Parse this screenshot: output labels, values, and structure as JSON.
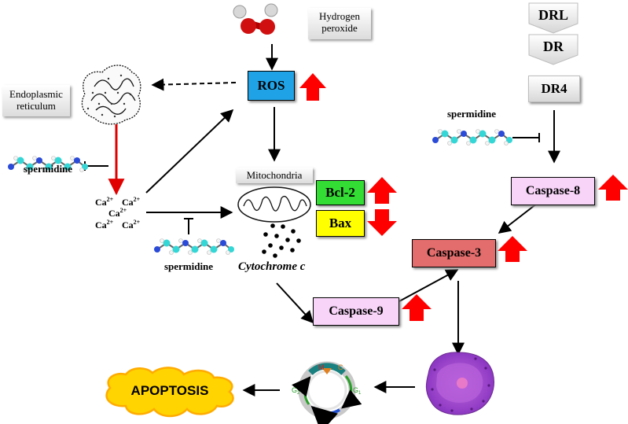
{
  "labels": {
    "hydrogen_peroxide_line1": "Hydrogen",
    "hydrogen_peroxide_line2": "peroxide",
    "ros": "ROS",
    "endoplasmic_line1": "Endoplasmic",
    "endoplasmic_line2": "reticulum",
    "spermidine": "spermidine",
    "ca_ion": "Ca",
    "ca_charge": "2+",
    "mitochondria": "Mitochondria",
    "bcl2": "Bcl-2",
    "bax": "Bax",
    "cytochrome_italic": "Cytochrome",
    "cytochrome_c": "c",
    "drl": "DRL",
    "dr": "DR",
    "dr4": "DR4",
    "caspase8": "Caspase-8",
    "caspase3": "Caspase-3",
    "caspase9": "Caspase-9",
    "apoptosis": "APOPTOSIS",
    "cycle_m": "M",
    "cycle_c": "C",
    "cycle_g1": "G",
    "cycle_g1_sub": "1",
    "cycle_g2": "G",
    "cycle_g2_sub": "2"
  },
  "colors": {
    "ros_fill": "#1fa3e6",
    "bcl2_fill": "#33dd33",
    "bax_fill": "#ffff00",
    "caspase_light_fill": "#f8d4f8",
    "caspase3_fill": "#e36c6c",
    "red_arrow": "#ff0000",
    "apoptosis_fill": "#ffd400",
    "apoptosis_edge": "#ffb000",
    "cell_fill": "#a34fd1",
    "cell_nucleus": "#e879c8"
  },
  "icons": {
    "molecule": "hydrogen-peroxide-molecule-icon",
    "er": "endoplasmic-reticulum-icon",
    "mito": "mitochondria-icon",
    "spermidine": "spermidine-molecule-icon",
    "cell": "apoptotic-cell-icon",
    "cycle": "cell-cycle-icon"
  }
}
